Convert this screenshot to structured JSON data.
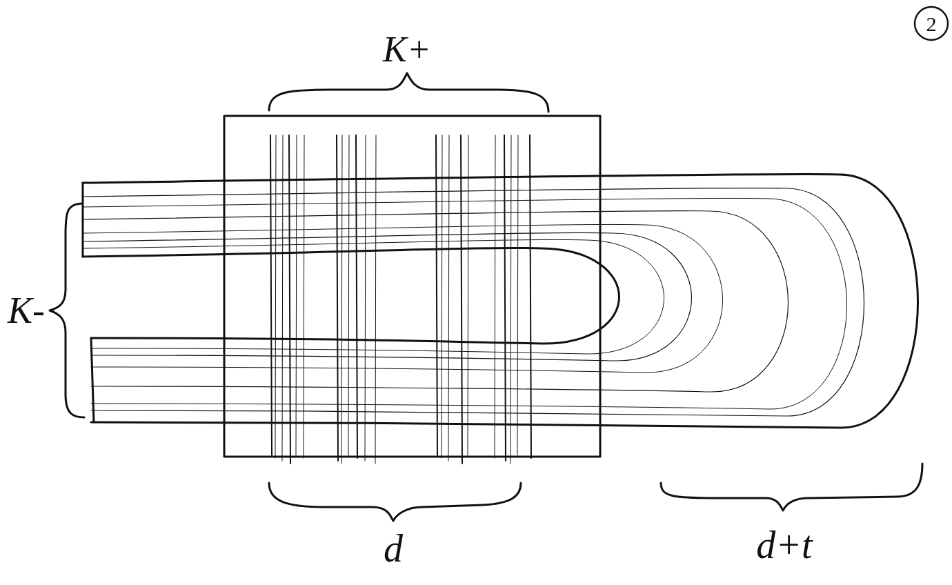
{
  "diagram": {
    "labels": [
      "K+",
      "2",
      "K-",
      "d",
      "d+t"
    ]
  }
}
